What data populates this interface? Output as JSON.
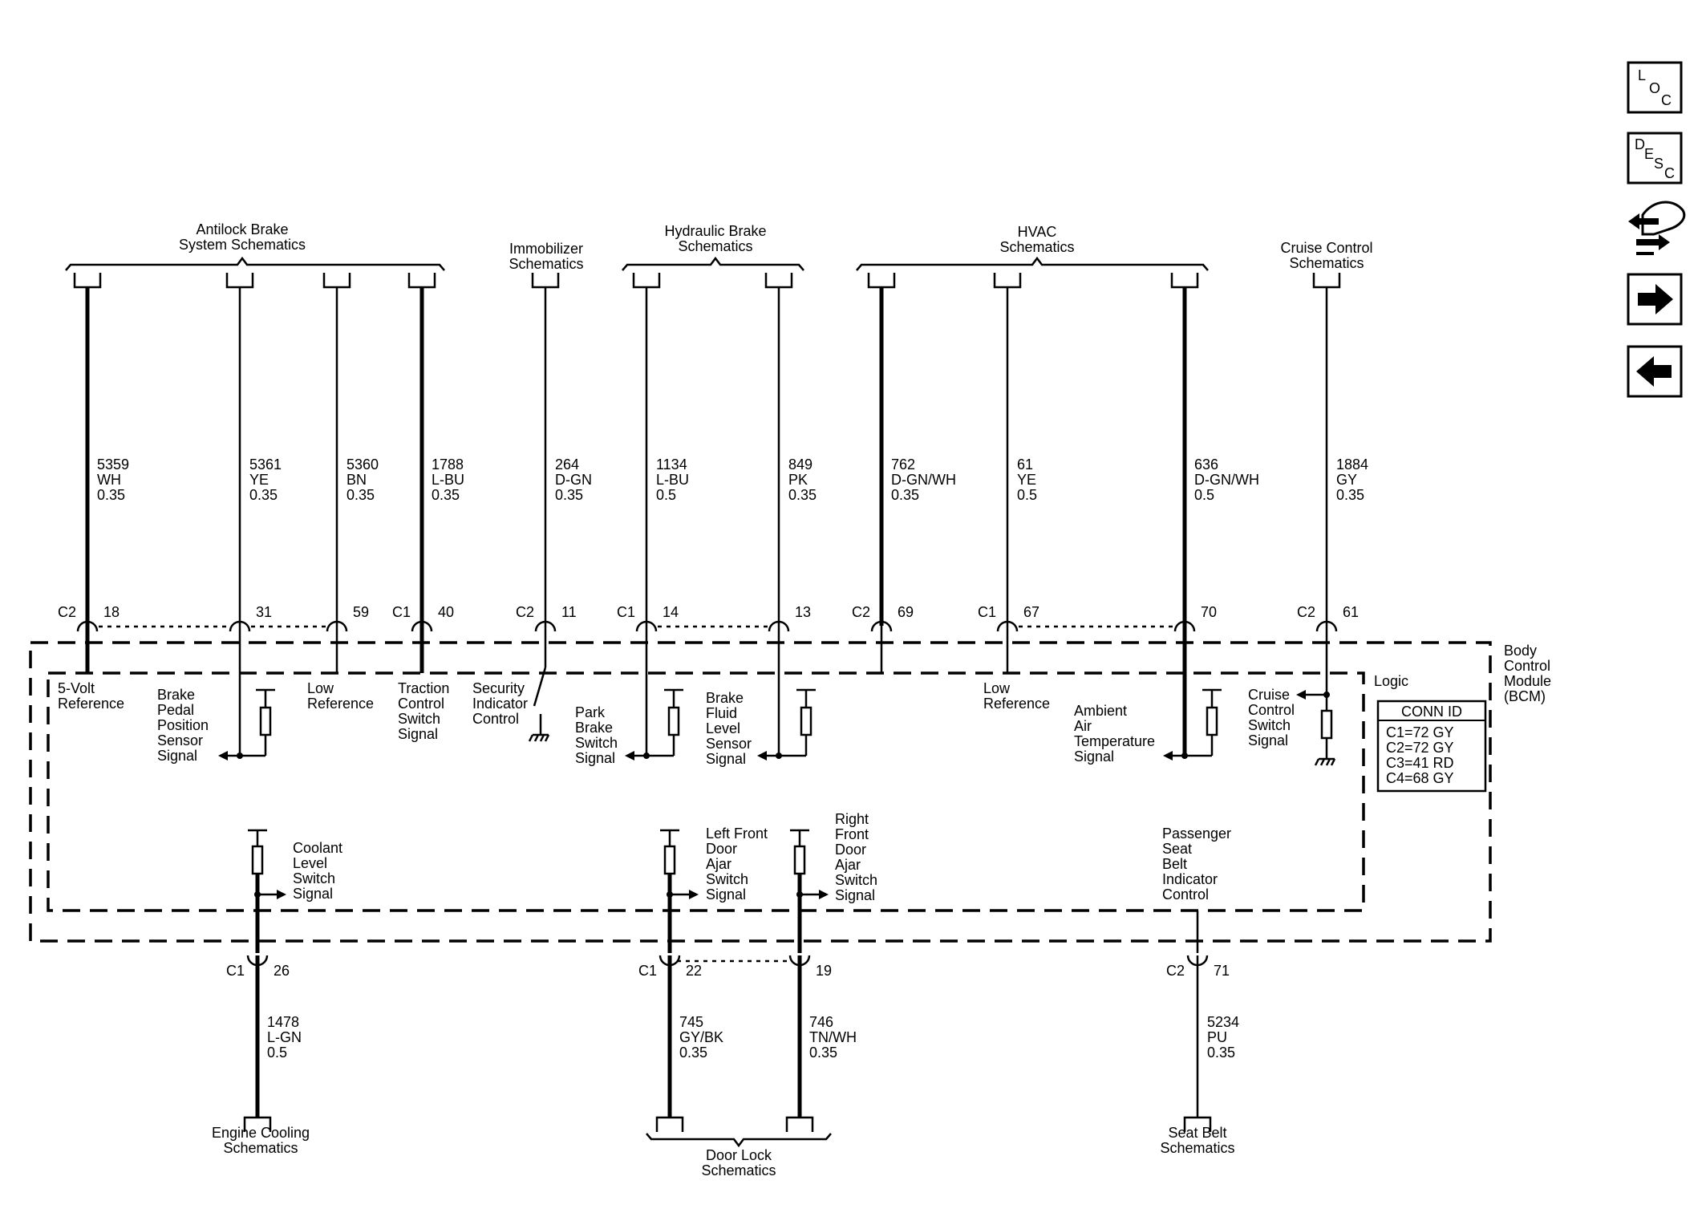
{
  "destinations": {
    "top": [
      {
        "id": "abs",
        "lines": [
          "Antilock Brake",
          "System Schematics"
        ]
      },
      {
        "id": "immo",
        "lines": [
          "Immobilizer",
          "Schematics"
        ]
      },
      {
        "id": "hydraulic",
        "lines": [
          "Hydraulic Brake",
          "Schematics"
        ]
      },
      {
        "id": "hvac",
        "lines": [
          "HVAC",
          "Schematics"
        ]
      },
      {
        "id": "cruise",
        "lines": [
          "Cruise Control",
          "Schematics"
        ]
      }
    ],
    "bottom": [
      {
        "id": "cooling",
        "lines": [
          "Engine Cooling",
          "Schematics"
        ]
      },
      {
        "id": "doorlock",
        "lines": [
          "Door Lock",
          "Schematics"
        ]
      },
      {
        "id": "seatbelt",
        "lines": [
          "Seat Belt",
          "Schematics"
        ]
      }
    ]
  },
  "wires_top": [
    {
      "circuit": "5359",
      "color": "WH",
      "gauge": "0.35",
      "connector": "C2",
      "pin": "18",
      "signal": [
        "5-Volt",
        "Reference"
      ]
    },
    {
      "circuit": "5361",
      "color": "YE",
      "gauge": "0.35",
      "connector": "",
      "pin": "31",
      "signal": [
        "Brake",
        "Pedal",
        "Position",
        "Sensor",
        "Signal"
      ]
    },
    {
      "circuit": "5360",
      "color": "BN",
      "gauge": "0.35",
      "connector": "",
      "pin": "59",
      "signal": [
        "Low",
        "Reference"
      ]
    },
    {
      "circuit": "1788",
      "color": "L-BU",
      "gauge": "0.35",
      "connector": "C1",
      "pin": "40",
      "signal": [
        "Traction",
        "Control",
        "Switch",
        "Signal"
      ]
    },
    {
      "circuit": "264",
      "color": "D-GN",
      "gauge": "0.35",
      "connector": "C2",
      "pin": "11",
      "signal": [
        "Security",
        "Indicator",
        "Control"
      ]
    },
    {
      "circuit": "1134",
      "color": "L-BU",
      "gauge": "0.5",
      "connector": "C1",
      "pin": "14",
      "signal": [
        "Park",
        "Brake",
        "Switch",
        "Signal"
      ]
    },
    {
      "circuit": "849",
      "color": "PK",
      "gauge": "0.35",
      "connector": "",
      "pin": "13",
      "signal": [
        "Brake",
        "Fluid",
        "Level",
        "Sensor",
        "Signal"
      ]
    },
    {
      "circuit": "762",
      "color": "D-GN/WH",
      "gauge": "0.35",
      "connector": "C2",
      "pin": "69",
      "signal": []
    },
    {
      "circuit": "61",
      "color": "YE",
      "gauge": "0.5",
      "connector": "C1",
      "pin": "67",
      "signal": [
        "Low",
        "Reference"
      ]
    },
    {
      "circuit": "636",
      "color": "D-GN/WH",
      "gauge": "0.5",
      "connector": "",
      "pin": "70",
      "signal": [
        "Ambient",
        "Air",
        "Temperature",
        "Signal"
      ]
    },
    {
      "circuit": "1884",
      "color": "GY",
      "gauge": "0.35",
      "connector": "C2",
      "pin": "61",
      "signal": [
        "Cruise",
        "Control",
        "Switch",
        "Signal"
      ]
    }
  ],
  "wires_bottom": [
    {
      "circuit": "1478",
      "color": "L-GN",
      "gauge": "0.5",
      "connector": "C1",
      "pin": "26",
      "signal": [
        "Coolant",
        "Level",
        "Switch",
        "Signal"
      ]
    },
    {
      "circuit": "745",
      "color": "GY/BK",
      "gauge": "0.35",
      "connector": "C1",
      "pin": "22",
      "signal": [
        "Left Front",
        "Door",
        "Ajar",
        "Switch",
        "Signal"
      ]
    },
    {
      "circuit": "746",
      "color": "TN/WH",
      "gauge": "0.35",
      "connector": "",
      "pin": "19",
      "signal": [
        "Right",
        "Front",
        "Door",
        "Ajar",
        "Switch",
        "Signal"
      ]
    },
    {
      "circuit": "5234",
      "color": "PU",
      "gauge": "0.35",
      "connector": "C2",
      "pin": "71",
      "signal": [
        "Passenger",
        "Seat",
        "Belt",
        "Indicator",
        "Control"
      ]
    }
  ],
  "module": {
    "name_lines": [
      "Body",
      "Control",
      "Module",
      "(BCM)"
    ],
    "logic_label": "Logic"
  },
  "conn_id": {
    "title": "CONN ID",
    "rows": [
      "C1=72 GY",
      "C2=72 GY",
      "C3=41 RD",
      "C4=68 GY"
    ]
  },
  "nav": {
    "loc": [
      "L",
      "O",
      "C"
    ],
    "desc": [
      "D",
      "E",
      "S",
      "C"
    ],
    "icons": [
      "swap-icon",
      "arrow-right-icon",
      "arrow-left-icon"
    ]
  }
}
